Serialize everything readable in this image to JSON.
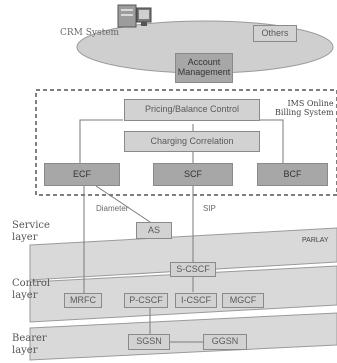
{
  "crm_label": "CRM System",
  "others_label": "Others",
  "account_management": [
    "Account",
    "Management"
  ],
  "ims_label": [
    "IMS Online",
    "Billing System"
  ],
  "pricing_balance": "Pricing/Balance Control",
  "charging_correlation": "Charging Correlation",
  "ecf": "ECF",
  "scf": "SCF",
  "bcf": "BCF",
  "diameter": "Diameter",
  "sip": "SIP",
  "as": "AS",
  "service_layer": [
    "Service",
    "layer"
  ],
  "control_layer": [
    "Control",
    "layer"
  ],
  "bearer_layer": [
    "Bearer",
    "layer"
  ],
  "s_cscf": "S-CSCF",
  "mrfc": "MRFC",
  "p_cscf": "P-CSCF",
  "i_cscf": "I-CSCF",
  "mgcf": "MGCF",
  "sgsn": "SGSN",
  "ggsn": "GGSN",
  "right_fragment": "PARLAY",
  "colors": {
    "box_light": "#d2d2d2",
    "box_dark": "#a7a7a7",
    "plane": "#d9d9d9",
    "ellipse": "#cfcfcf",
    "dashed_frame": "#555555"
  },
  "icons": [
    "server-icon",
    "monitor-icon"
  ]
}
